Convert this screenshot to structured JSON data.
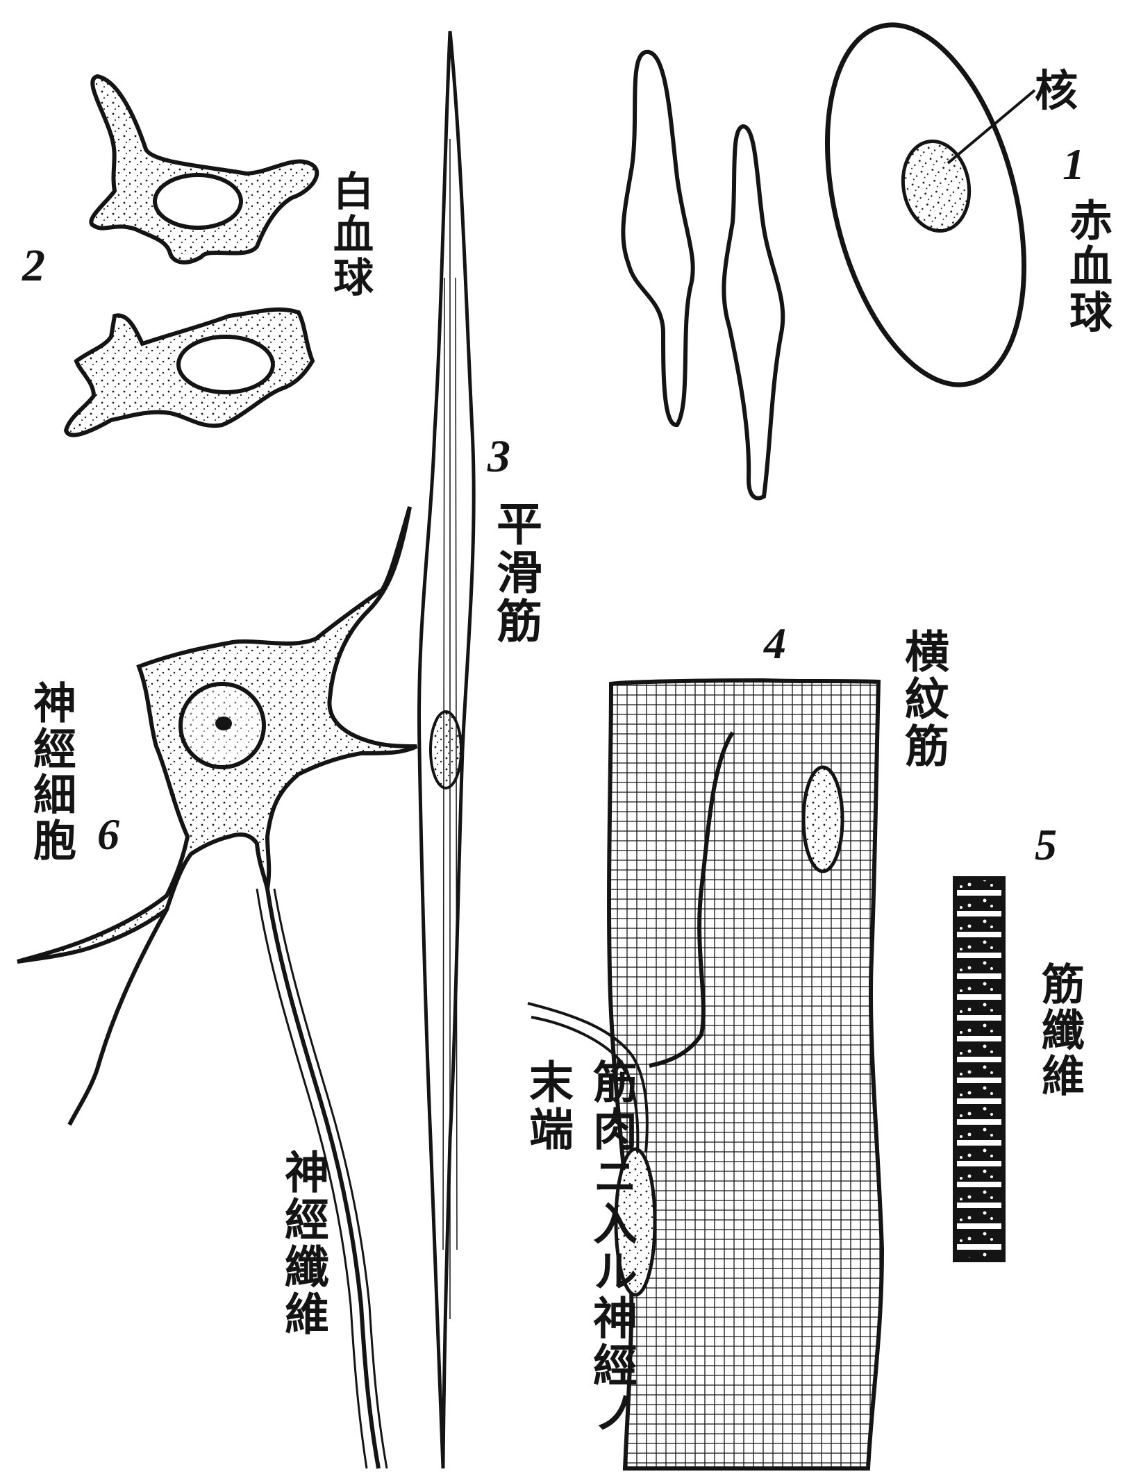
{
  "labels": {
    "red_blood_cell": {
      "number": "1",
      "name": "赤血球",
      "nucleus": "核"
    },
    "white_blood_cell": {
      "number": "2",
      "name": "白血球"
    },
    "smooth_muscle": {
      "number": "3",
      "name": "平滑筋"
    },
    "striated_muscle": {
      "number": "4",
      "name": "横紋筋"
    },
    "muscle_fiber": {
      "number": "5",
      "name": "筋纖維"
    },
    "nerve_cell": {
      "number": "6",
      "name": "神經細胞"
    },
    "nerve_fiber": {
      "name": "神經纖維"
    },
    "nerve_ending": {
      "name": "筋肉ニ入ル神經ノ末端"
    }
  },
  "colors": {
    "ink": "#141414",
    "paper": "#ffffff"
  }
}
